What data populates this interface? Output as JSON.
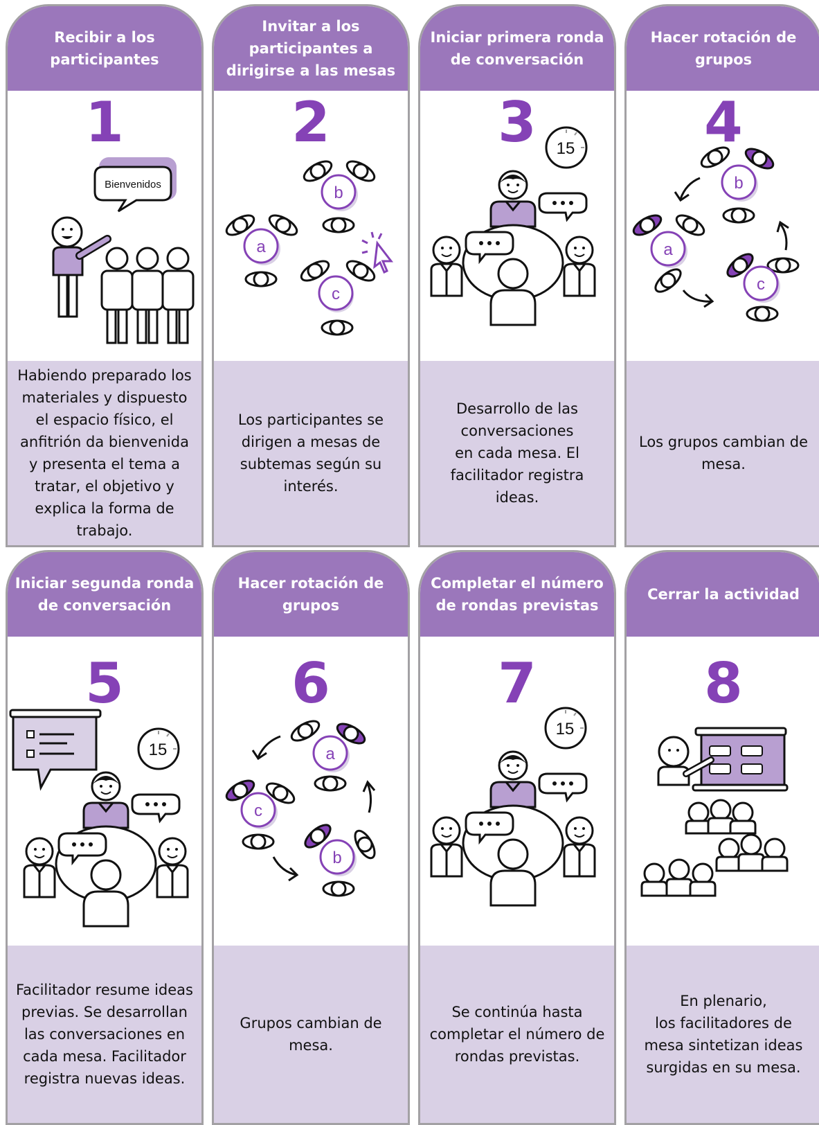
{
  "steps": [
    {
      "title": "Recibir a los participantes",
      "number": "1",
      "description": "Habiendo preparado los materiales y dispuesto el espacio físico, el anfitrión da bienvenida y presenta el tema a tratar, el objetivo y explica la forma de trabajo.",
      "bubble": "Bienvenidos"
    },
    {
      "title": "Invitar a los participantes a dirigirse a las mesas",
      "number": "2",
      "description": "Los participantes se dirigen a mesas de subtemas según su interés.",
      "tables": [
        "a",
        "b",
        "c"
      ]
    },
    {
      "title": "Iniciar primera ronda de conversación",
      "number": "3",
      "description": "Desarrollo de las conversaciones\nen cada mesa. El facilitador registra ideas.",
      "timer": "15"
    },
    {
      "title": "Hacer rotación de grupos",
      "number": "4",
      "description": "Los grupos cambian de mesa.",
      "tables": [
        "a",
        "b",
        "c"
      ]
    },
    {
      "title": "Iniciar segunda ronda de conversación",
      "number": "5",
      "description": "Facilitador resume ideas previas. Se desarrollan las conversaciones en cada mesa. Facilitador registra nuevas ideas.",
      "timer": "15"
    },
    {
      "title": "Hacer rotación de grupos",
      "number": "6",
      "description": "Grupos cambian de mesa.",
      "tables": [
        "a",
        "b",
        "c"
      ]
    },
    {
      "title": "Completar el número de rondas previstas",
      "number": "7",
      "description": "Se continúa hasta completar el número de rondas previstas.",
      "timer": "15"
    },
    {
      "title": "Cerrar la actividad",
      "number": "8",
      "description": "En plenario,\nlos facilitadores de mesa sintetizan ideas surgidas en su mesa."
    }
  ],
  "colors": {
    "header": "#9b77bb",
    "number": "#8542b6",
    "description_bg": "#d9d0e5",
    "border": "#a3a1a4",
    "accent_light": "#b89fd1"
  }
}
